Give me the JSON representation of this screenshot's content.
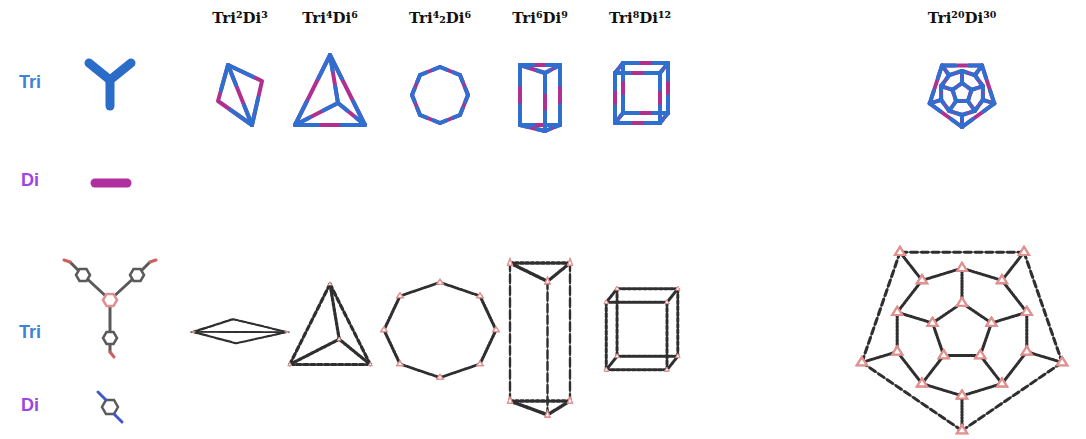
{
  "diagram": {
    "labels": [
      "Tri²Di³",
      "Tri⁴Di⁶",
      "Tri⁴₂Di⁶",
      "Tri⁶Di⁹",
      "Tri⁸Di¹²",
      "Tri²⁰Di³⁰",
      "Tri",
      "Di",
      "Tri",
      "Di"
    ]
  }
}
